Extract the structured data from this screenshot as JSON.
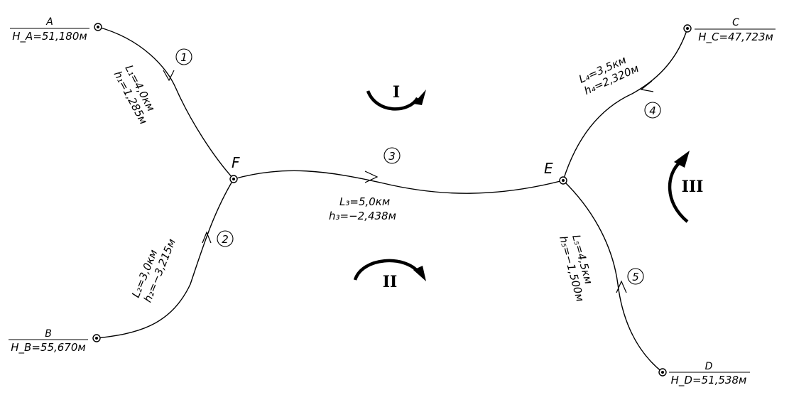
{
  "points": {
    "A": {
      "name": "A",
      "height": "H_A=51,180м"
    },
    "B": {
      "name": "B",
      "height": "H_B=55,670м"
    },
    "C": {
      "name": "C",
      "height": "H_C=47,723м"
    },
    "D": {
      "name": "D",
      "height": "H_D=51,538м"
    },
    "F": {
      "name": "F"
    },
    "E": {
      "name": "E"
    }
  },
  "sections": [
    {
      "num": "1",
      "L": "L₁=4,0км",
      "h": "h₁=1,285м"
    },
    {
      "num": "2",
      "L": "L₂=3,0км",
      "h": "h₂=−3,215м"
    },
    {
      "num": "3",
      "L": "L₃=5,0км",
      "h": "h₃=−2,438м"
    },
    {
      "num": "4",
      "L": "L₄=3,5км",
      "h": "h₄=2,320м"
    },
    {
      "num": "5",
      "L": "L₅=4,5км",
      "h": "h₅=−1,500м"
    }
  ],
  "polygons": [
    {
      "label": "I"
    },
    {
      "label": "II"
    },
    {
      "label": "III"
    }
  ]
}
